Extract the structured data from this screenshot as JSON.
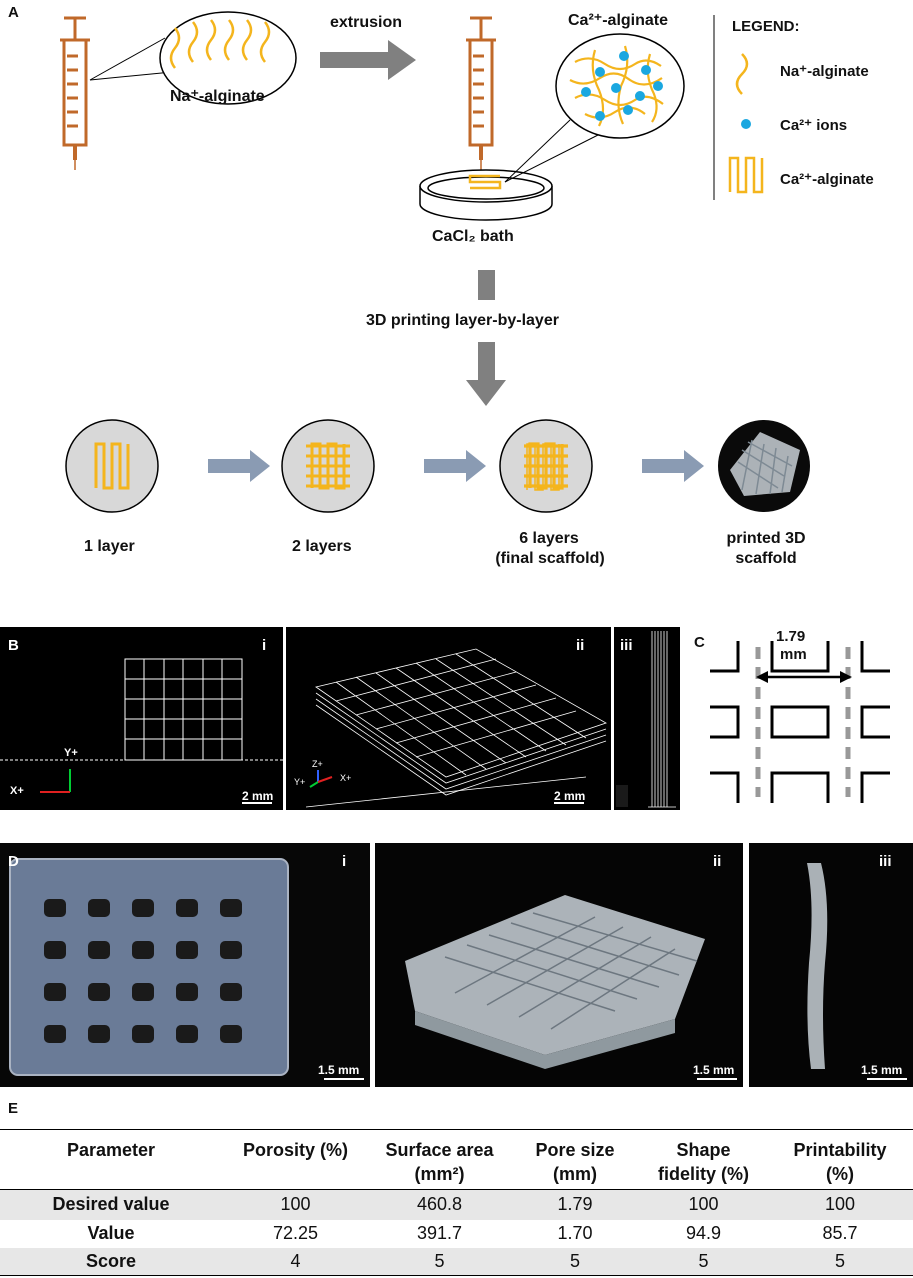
{
  "panelA": {
    "letter": "A",
    "na_label": "Na⁺-alginate",
    "extrusion": "extrusion",
    "ca_label": "Ca²⁺-alginate",
    "bath_label": "CaCl₂ bath",
    "printing_label": "3D printing layer-by-layer",
    "legend": {
      "title": "LEGEND:",
      "items": [
        "Na⁺-alginate",
        "Ca²⁺ ions",
        "Ca²⁺-alginate"
      ]
    },
    "steps": [
      "1 layer",
      "2 layers",
      "6 layers",
      "(final scaffold)",
      "printed 3D",
      "scaffold"
    ]
  },
  "panelB": {
    "letter": "B",
    "sub": [
      "i",
      "ii",
      "iii"
    ],
    "scale": "2 mm",
    "axes_i": [
      "Y+",
      "X+"
    ],
    "axes_ii": [
      "Z+",
      "Y+",
      "X+"
    ]
  },
  "panelC": {
    "letter": "C",
    "dimension_value": "1.79",
    "dimension_unit": "mm"
  },
  "panelD": {
    "letter": "D",
    "sub": [
      "i",
      "ii",
      "iii"
    ],
    "scale": "1.5 mm"
  },
  "panelE": {
    "letter": "E",
    "headers": [
      [
        "Parameter",
        ""
      ],
      [
        "Porosity (%)",
        ""
      ],
      [
        "Surface area",
        "(mm²)"
      ],
      [
        "Pore size",
        "(mm)"
      ],
      [
        "Shape",
        "fidelity (%)"
      ],
      [
        "Printability",
        "(%)"
      ]
    ],
    "rows": [
      {
        "label": "Desired value",
        "cells": [
          "100",
          "460.8",
          "1.79",
          "100",
          "100"
        ]
      },
      {
        "label": "Value",
        "cells": [
          "72.25",
          "391.7",
          "1.70",
          "94.9",
          "85.7"
        ]
      },
      {
        "label": "Score",
        "cells": [
          "4",
          "5",
          "5",
          "5",
          "5"
        ]
      }
    ]
  },
  "colors": {
    "syringe": "#c0692a",
    "alginate": "#f4b51d",
    "ions": "#1aa7e0",
    "arrow_gray": "#808080",
    "arrow_blue": "#8a9bb3",
    "circle_fill": "#d8d8d8"
  }
}
